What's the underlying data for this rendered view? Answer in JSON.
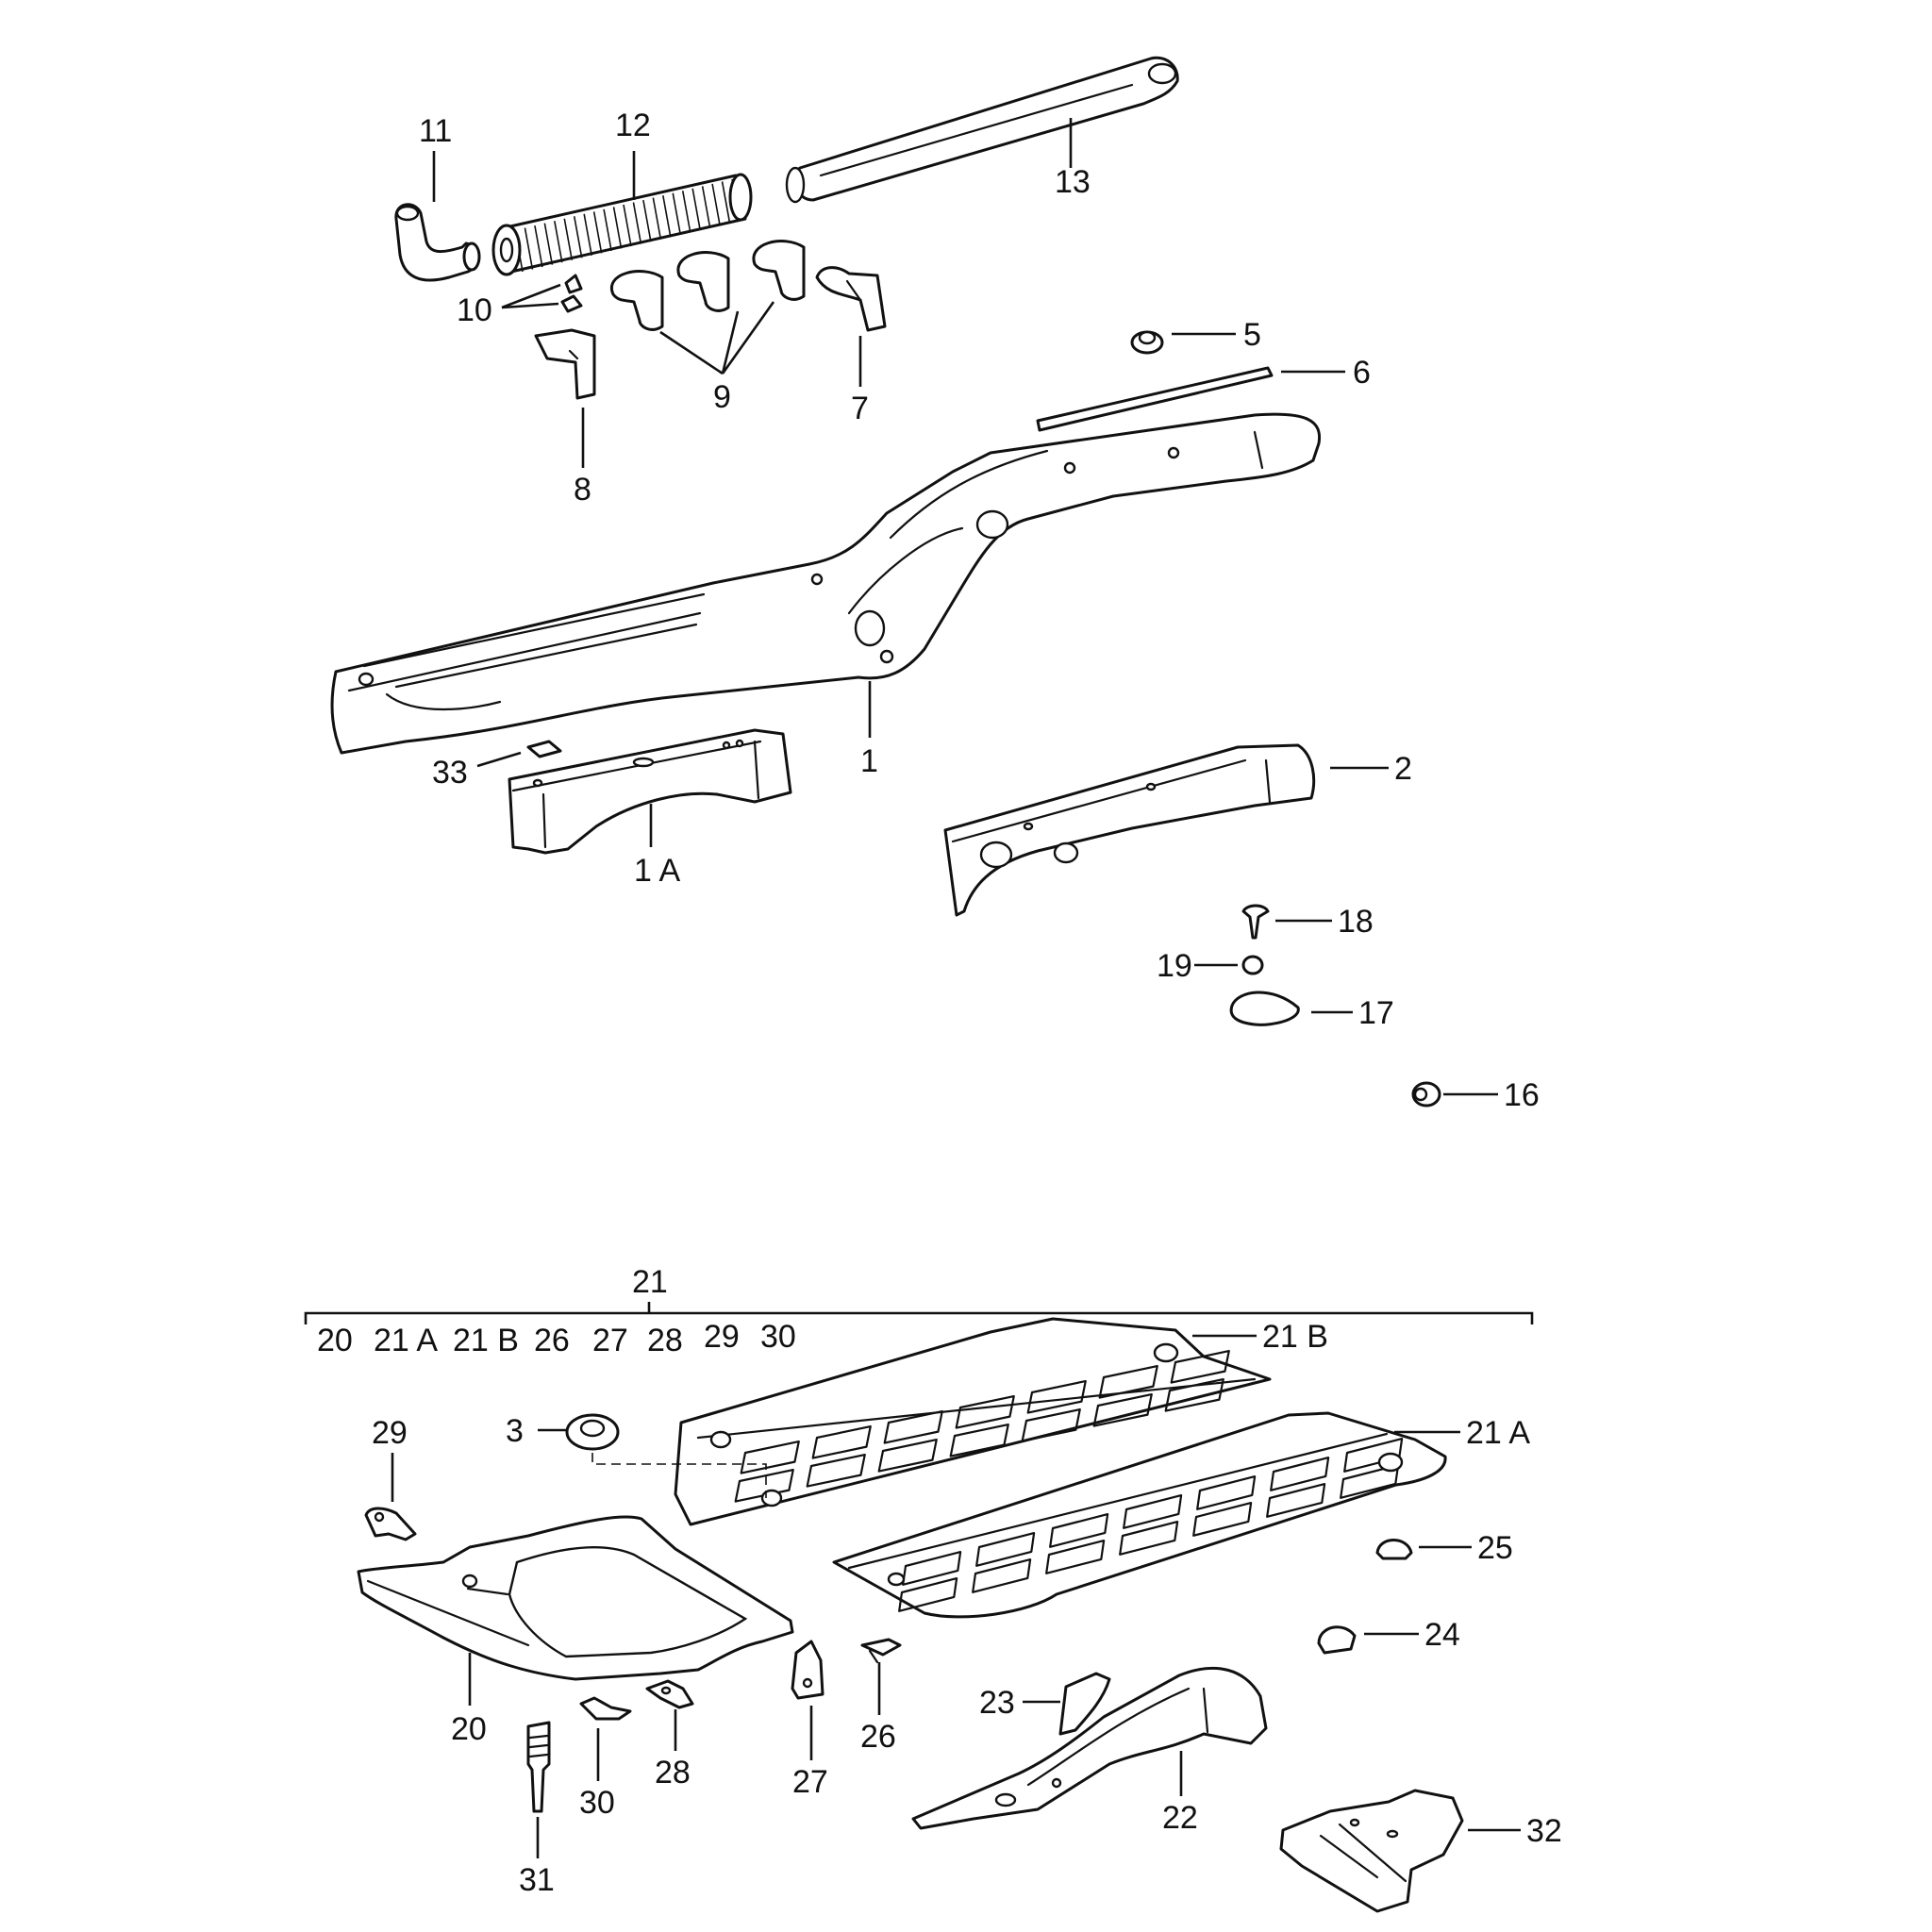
{
  "diagram": {
    "callouts": {
      "c1": "1",
      "c1A": "1 A",
      "c2": "2",
      "c3": "3",
      "c5": "5",
      "c6": "6",
      "c7": "7",
      "c8": "8",
      "c9": "9",
      "c10": "10",
      "c11": "11",
      "c12": "12",
      "c13": "13",
      "c16": "16",
      "c17": "17",
      "c18": "18",
      "c19": "19",
      "c20": "20",
      "c21": "21",
      "c21A": "21 A",
      "c21B": "21 B",
      "c22": "22",
      "c23": "23",
      "c24": "24",
      "c25": "25",
      "c26": "26",
      "c27": "27",
      "c28": "28",
      "c29": "29",
      "c30": "30",
      "c31": "31",
      "c32": "32",
      "c33": "33"
    },
    "group_21": {
      "title": "21",
      "members": [
        "20",
        "21 A",
        "21 B",
        "26",
        "27",
        "28",
        "29",
        "30"
      ]
    }
  }
}
